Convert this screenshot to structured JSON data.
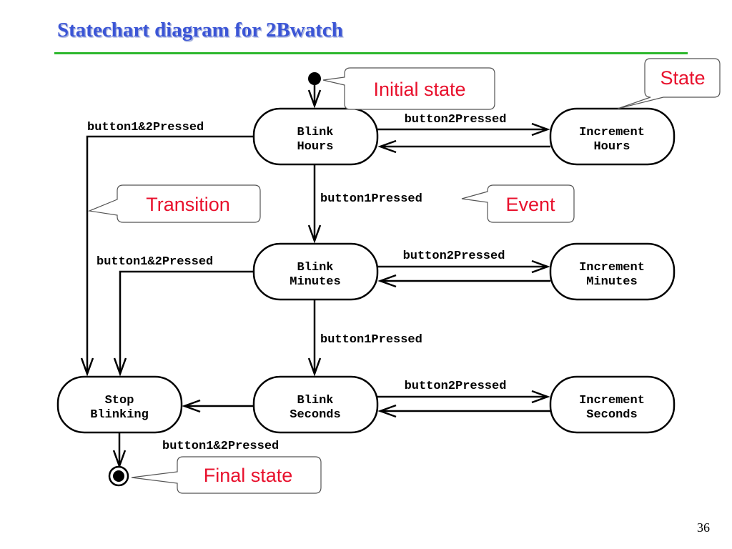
{
  "slide": {
    "title": "Statechart diagram for 2Bwatch",
    "page_number": "36",
    "accent_color": "#2db82d",
    "title_color": "#3b55d6",
    "callout_color": "#e8112d"
  },
  "states": {
    "blink_hours": [
      "Blink",
      "Hours"
    ],
    "increment_hours": [
      "Increment",
      "Hours"
    ],
    "blink_minutes": [
      "Blink",
      "Minutes"
    ],
    "increment_minutes": [
      "Increment",
      "Minutes"
    ],
    "blink_seconds": [
      "Blink",
      "Seconds"
    ],
    "increment_seconds": [
      "Increment",
      "Seconds"
    ],
    "stop_blinking": [
      "Stop",
      "Blinking"
    ]
  },
  "events": {
    "hours_button2": "button2Pressed",
    "hours_button12": "button1&2Pressed",
    "hours_button1": "button1Pressed",
    "minutes_button2": "button2Pressed",
    "minutes_button12": "button1&2Pressed",
    "minutes_button1": "button1Pressed",
    "seconds_button2": "button2Pressed",
    "seconds_button12": "button1&2Pressed"
  },
  "callouts": {
    "initial_state": "Initial state",
    "state": "State",
    "transition": "Transition",
    "event": "Event",
    "final_state": "Final state"
  }
}
